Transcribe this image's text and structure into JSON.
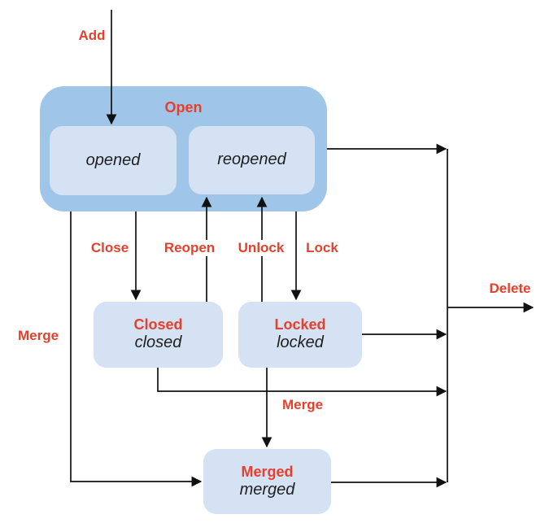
{
  "colors": {
    "background": "#ffffff",
    "container-fill": "#9fc5e8",
    "node-fill": "#d4e2f4",
    "accent-red": "#e5402d",
    "line-color": "#111111",
    "text-color": "#1f1f1f"
  },
  "nodes": {
    "open": {
      "label": "Open"
    },
    "opened": {
      "sublabel": "opened"
    },
    "reopened": {
      "sublabel": "reopened"
    },
    "closed": {
      "label": "Closed",
      "sublabel": "closed"
    },
    "locked": {
      "label": "Locked",
      "sublabel": "locked"
    },
    "merged": {
      "label": "Merged",
      "sublabel": "merged"
    }
  },
  "edges": {
    "add": {
      "label": "Add"
    },
    "close": {
      "label": "Close"
    },
    "reopen": {
      "label": "Reopen"
    },
    "unlock": {
      "label": "Unlock"
    },
    "lock": {
      "label": "Lock"
    },
    "merge_left": {
      "label": "Merge"
    },
    "merge_bottom": {
      "label": "Merge"
    },
    "delete": {
      "label": "Delete"
    }
  }
}
